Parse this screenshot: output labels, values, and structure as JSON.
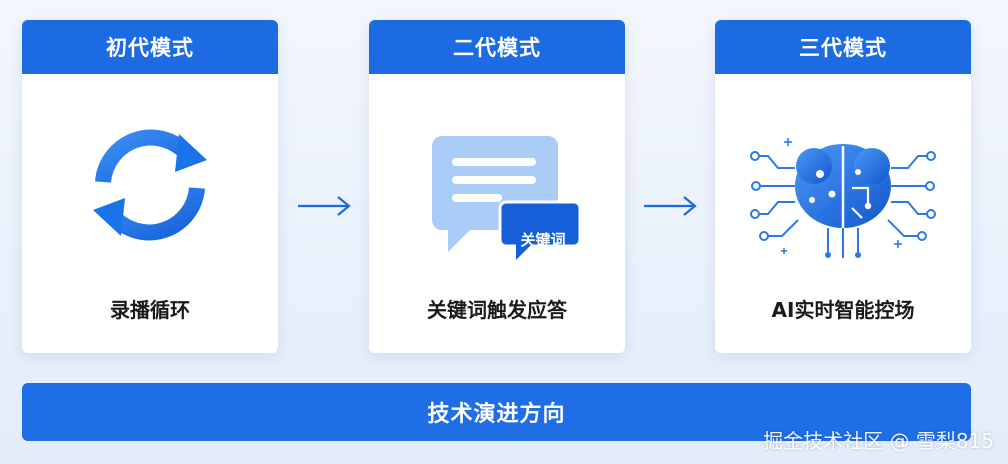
{
  "colors": {
    "primary": "#1c6be2",
    "bar": "#1f6ee6",
    "icon_blue": "#1a73e8",
    "light_blue": "#a9cdf7"
  },
  "stages": [
    {
      "title": "初代模式",
      "label": "录播循环",
      "icon": "refresh-cycle-icon"
    },
    {
      "title": "二代模式",
      "label": "关键词触发应答",
      "icon": "chat-bubble-icon",
      "badge": "关键词"
    },
    {
      "title": "三代模式",
      "label": "AI实时智能控场",
      "icon": "ai-brain-circuit-icon"
    }
  ],
  "bottom_bar": {
    "label": "技术演进方向"
  },
  "watermark": "掘金技术社区 @ 雪梨815"
}
